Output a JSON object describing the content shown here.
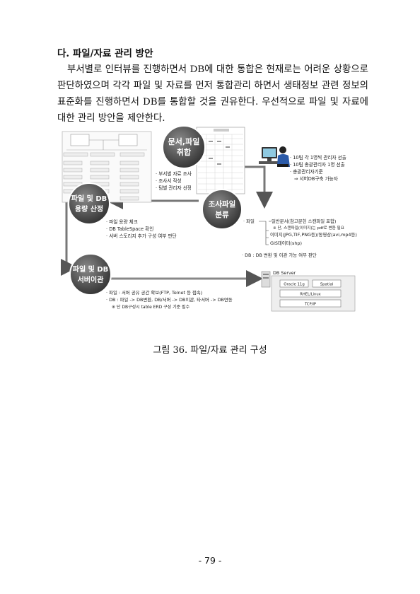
{
  "heading": "다. 파일/자료 관리 방안",
  "paragraph": "부서별로 인터뷰를 진행하면서 DB에 대한 통합은 현재로는 어려운 상황으로 판단하였으며 각각 파일 및 자료를 먼저 통합관리 하면서 생태정보 관련 정보의 표준화를 진행하면서 DB를 통합할 것을 권유한다. 우선적으로 파일 및 자료에 대한 관리 방안을 제안한다.",
  "figure": {
    "circles": {
      "c1": [
        "문서,파일",
        "취합"
      ],
      "c2": [
        "조사파일",
        "분류"
      ],
      "c3": [
        "파일 및 DB",
        "용량 산정"
      ],
      "c4": [
        "파일 및 DB",
        "서버이관"
      ]
    },
    "notes_top_right": [
      "· 10팀 각 1명씩 관리자 선출",
      "· 10팀 총괄관리자 1명 선출",
      "· 총괄관리자기준",
      "⇒ 서버DB구축 가능자"
    ],
    "notes_c1": [
      "· 부서별 자료 조사",
      "· 조사서 작성",
      "· 팀별 관리자 선정"
    ],
    "notes_c3": [
      "· 파일 용량 체크",
      "· DB TableSpace 확인",
      "· 서버 스토리지 추가 구성 여부 판단"
    ],
    "file_label": "· 파일",
    "file_types": [
      "일반문서(참고문헌 스캔파일 포함)",
      "※ 단, 스캔파일(이미지)는 pdf로 변환 필요",
      "이미지(JPG,TIF,PNG등)/동영상(avi,mp4등)",
      "GIS데이터(shp)"
    ],
    "db_note": "· DB : DB 변환 및 이관 가능 여부 판단",
    "notes_c4": [
      "· 파일 : 서버 공유 공간 확보(FTP, Telnet 등 접속)",
      "· DB : 파일 -> DB변환, DB/서버 -> DB이관, 타서버 -> DB연동",
      "※ 단 DB구성시 table ERD 구성 기준 필수"
    ],
    "db_server": {
      "title": "DB Server",
      "row1": [
        "Oracle 11g",
        "Spatial"
      ],
      "row2": "RHEL/Linux",
      "row3": "TCP/IP"
    }
  },
  "caption": "그림 36. 파일/자료 관리 구성",
  "page_number": "- 79 -"
}
